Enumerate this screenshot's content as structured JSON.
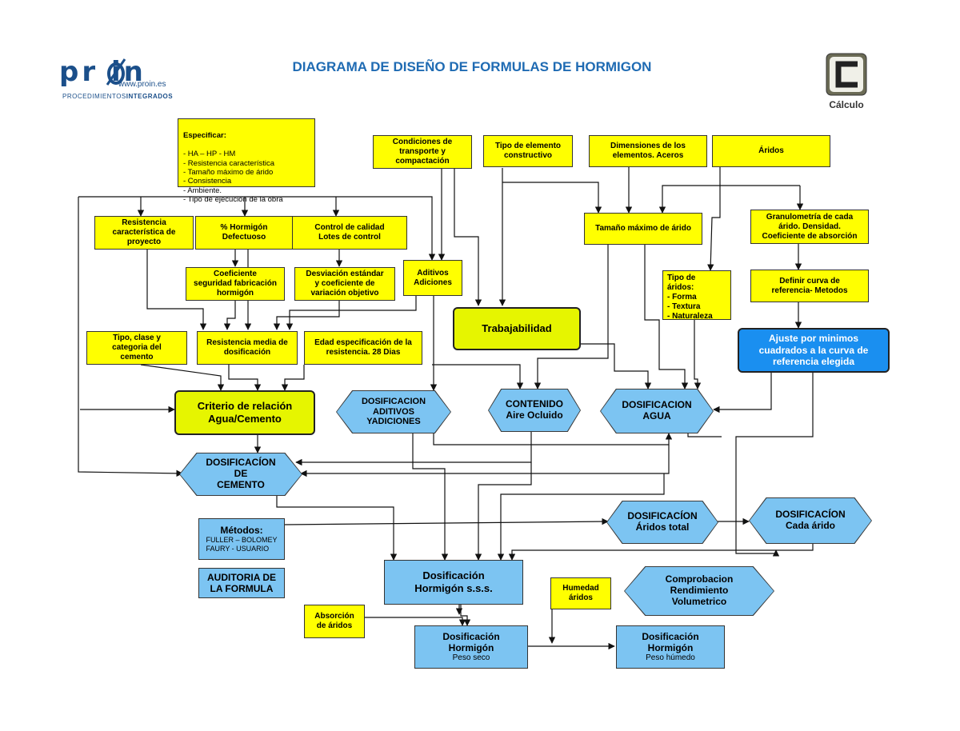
{
  "header": {
    "title": "DIAGRAMA DE DISEÑO DE FORMULAS DE HORMIGON",
    "logo_word": "pr  in",
    "logo_url": "www.proin.es",
    "logo_sub_a": "PROCEDIMIENTOS",
    "logo_sub_b": "INTEGRADOS",
    "calc_label": "Cálculo"
  },
  "boxes": {
    "especificar_head": "Especificar:",
    "especificar_items": "- HA – HP - HM\n- Resistencia característica\n- Tamaño máximo  de árido\n- Consistencia\n- Ambiente.\n- Tipo de ejecución de la obra",
    "condiciones": "Condiciones de\ntransporte y\ncompactación",
    "tipo_elemento": "Tipo de elemento\nconstructivo",
    "dimensiones": "Dimensiones de los\nelementos. Aceros",
    "aridos": "Áridos",
    "resistencia_proyecto": "Resistencia\ncaracterística de\nproyecto",
    "hormigon_defectuoso": "% Hormigón\nDefectuoso",
    "control_calidad": "Control de calidad\nLotes de control",
    "aditivos_adiciones": "Aditivos\nAdiciones",
    "tamano_maximo": "Tamaño máximo de árido",
    "granulometria": "Granulometría de cada\nárido. Densidad.\nCoeficiente de absorción",
    "coef_seguridad": "Coeficiente\nseguridad fabricación\nhormigón",
    "desviacion": "Desviación estándar\ny coeficiente de\nvariación objetivo",
    "tipo_aridos": "Tipo de\náridos:\n-  Forma\n-   Textura\n-   Naturaleza",
    "definir_curva": "Definir curva de\nreferencia- Metodos",
    "trabajabilidad": "Trabajabilidad",
    "ajuste": "Ajuste por minimos\ncuadrados a la curva de\nreferencia elegida",
    "tipo_cemento": "Tipo, clase y\ncategoria del\ncemento",
    "resistencia_media": "Resistencia media de\ndosificación",
    "edad": "Edad especificación de la\nresistencia. 28 Dias",
    "criterio": "Criterio de relación\nAgua/Cemento",
    "dos_aditivos": "DOSIFICACION\nADITIVOS\nYADICIONES",
    "contenido_aire": "CONTENIDO\nAire Ocluido",
    "dos_agua": "DOSIFICACION\nAGUA",
    "dos_cemento": "DOSIFICACÍON\nDE\nCEMENTO",
    "metodos_head": "Métodos:",
    "metodos_items": "FULLER  – BOLOMEY\nFAURY  - USUARIO",
    "auditoria": "AUDITORIA DE\nLA FORMULA",
    "dos_aridos_total": "DOSIFICACÍON\nÁridos total",
    "dos_cada_arido": "DOSIFICACÍON\nCada árido",
    "dos_hormigon_sss": "Dosificación\nHormigón s.s.s.",
    "humedad": "Humedad\náridos",
    "comprobacion": "Comprobacion\nRendimiento\nVolumetrico",
    "absorcion": "Absorción\nde áridos",
    "dos_seco_head": "Dosificación\nHormigón",
    "dos_seco_sub": "Peso seco",
    "dos_humedo_head": "Dosificación\nHormigón",
    "dos_humedo_sub": "Peso húmedo"
  },
  "colors": {
    "yellow": "#ffff00",
    "lime": "#e6f500",
    "light_blue": "#7cc4f2",
    "accent_blue": "#1a8ff0",
    "title_blue": "#1f6bb3"
  }
}
